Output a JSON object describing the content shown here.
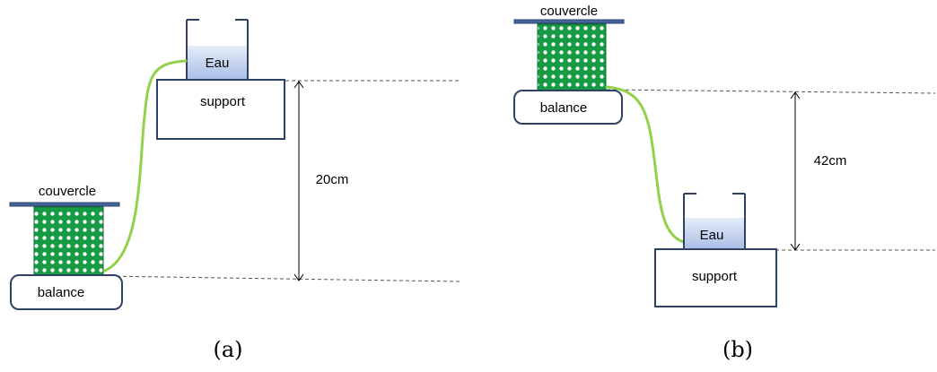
{
  "colors": {
    "box_stroke": "#2e4266",
    "lid": "#44649e",
    "sponge_green": "#169a44",
    "sponge_dot": "#ffffff",
    "hose": "#93d14b",
    "water_top": "#e6edf9",
    "water_bottom": "#a9bde6"
  },
  "panel_a": {
    "couvercle": "couvercle",
    "balance": "balance",
    "support": "support",
    "eau": "Eau",
    "height": "20cm",
    "caption": "(a)"
  },
  "panel_b": {
    "couvercle": "couvercle",
    "balance": "balance",
    "support": "support",
    "eau": "Eau",
    "height": "42cm",
    "caption": "(b)"
  }
}
